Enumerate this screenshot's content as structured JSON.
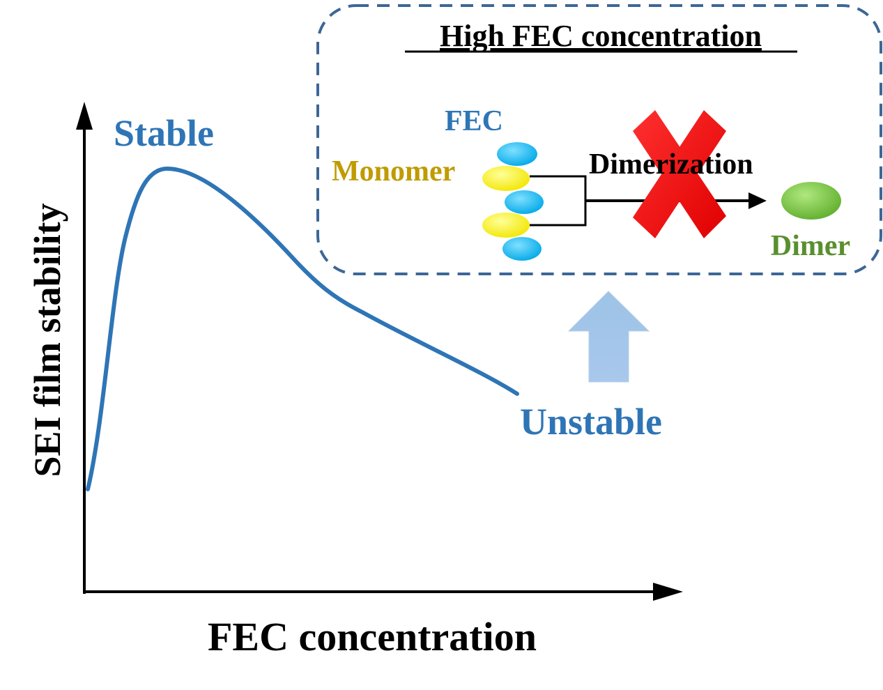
{
  "inset": {
    "title": "High FEC concentration",
    "fec_label": "FEC",
    "monomer_label": "Monomer",
    "dimerization_label": "Dimerization",
    "dimer_label": "Dimer"
  },
  "graph": {
    "ylabel": "SEI film stability",
    "xlabel": "FEC concentration",
    "stable_label": "Stable",
    "unstable_label": "Unstable"
  },
  "colors": {
    "curve": "#2e75b6",
    "label_blue": "#2e75b6",
    "monomer": "#c09b00",
    "dimer": "#5a8f2f",
    "dashed_border": "#3c6796",
    "cross": "#ff0000",
    "up_arrow": "#9dc3e6",
    "fec_ellipse": "#00b0f0",
    "monomer_ellipse": "#ffff00",
    "dimer_ellipse": "#70c040"
  }
}
